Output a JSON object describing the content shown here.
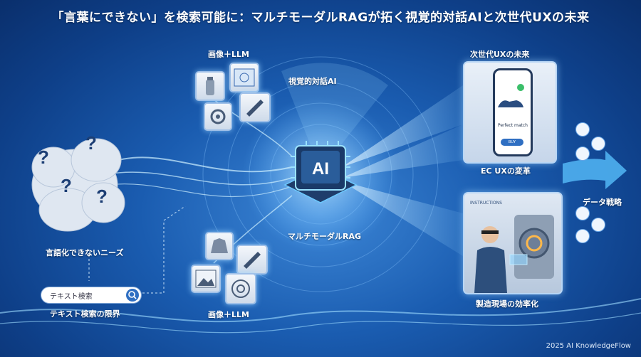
{
  "title": "「言葉にできない」を検索可能に：マルチモーダルRAGが拓く視覚的対話AIと次世代UXの未来",
  "labels": {
    "image_llm_top": "画像＋LLM",
    "visual_dialogue_ai": "視覚的対話AI",
    "next_gen_ux": "次世代UXの未来",
    "ec_ux": "EC UXの変革",
    "data_strategy": "データ戦略",
    "multimodal_rag": "マルチモーダルRAG",
    "inexpressible_needs": "言語化できないニーズ",
    "text_search_limit": "テキスト検索の限界",
    "image_llm_bottom": "画像＋LLM",
    "factory_efficiency": "製造現場の効率化"
  },
  "ai_chip": "AI",
  "search": {
    "value": "テキスト検索"
  },
  "phone": {
    "match_text": "Perfect match",
    "buy_label": "BUY"
  },
  "factory": {
    "instructions_text": "INSTRUCTIONS"
  },
  "copyright": "2025 AI KnowledgeFlow",
  "colors": {
    "background": "#0e3f88",
    "accent": "#5fd0ff",
    "text": "#ffffff"
  }
}
